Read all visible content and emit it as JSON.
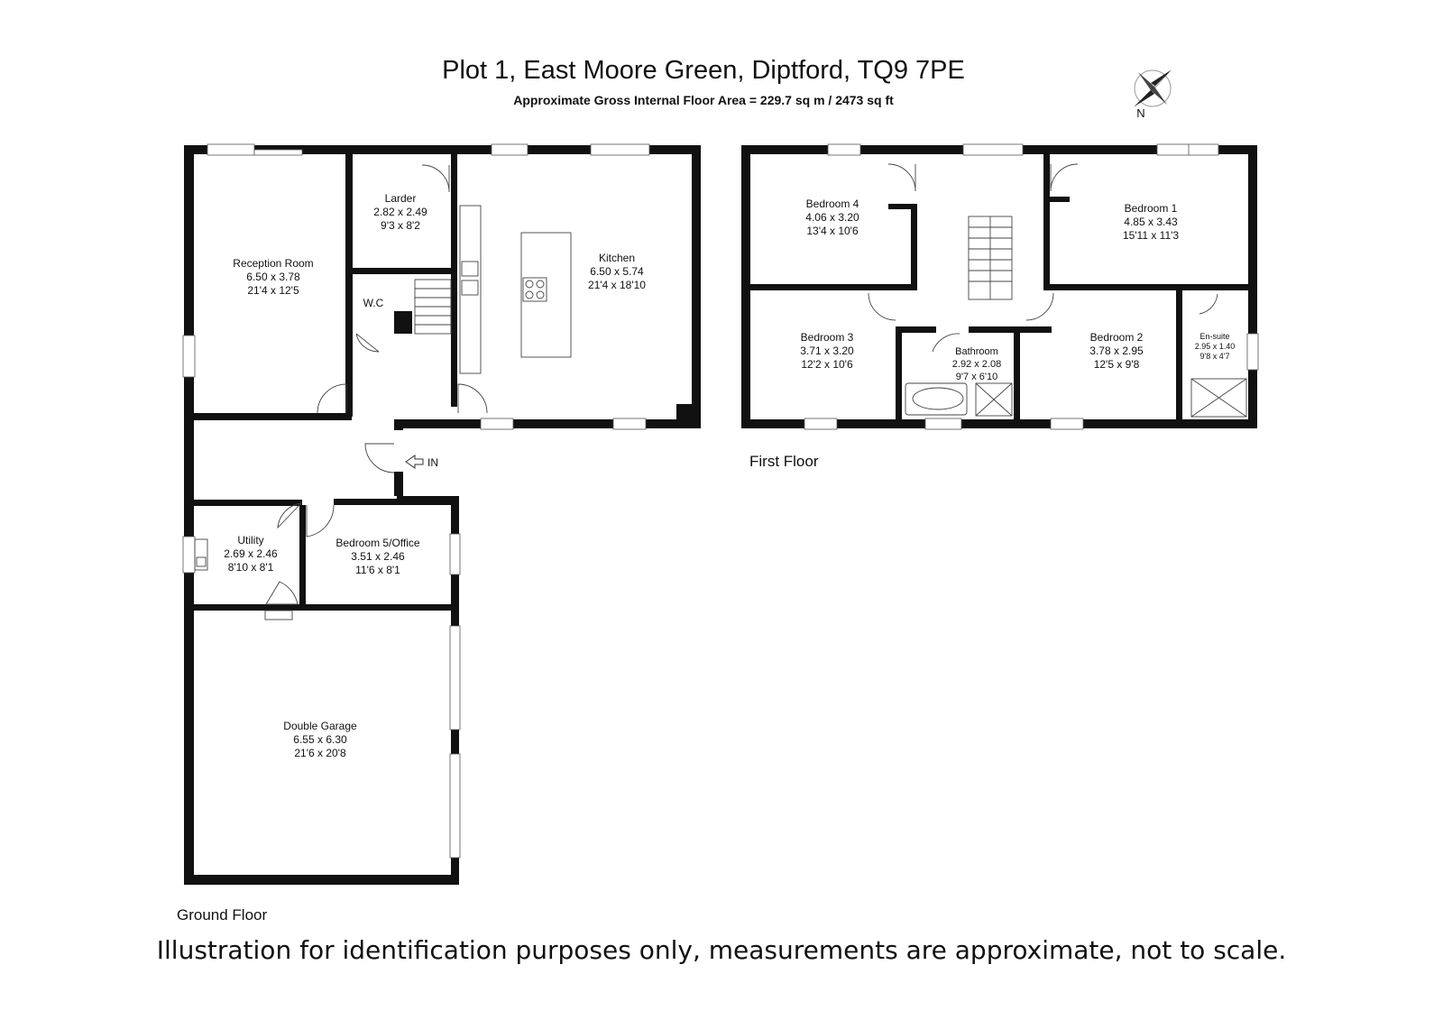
{
  "header": {
    "title": "Plot 1, East Moore Green, Diptford, TQ9 7PE",
    "subtitle": "Approximate Gross Internal Floor Area  = 229.7 sq m  / 2473 sq ft"
  },
  "compass": {
    "label": "N",
    "icon": "compass-rose-icon"
  },
  "entrance_label": "IN",
  "ground_floor": {
    "label": "Ground Floor",
    "rooms": [
      {
        "name": "Reception Room",
        "metric": "6.50 x 3.78",
        "imperial": "21'4 x 12'5"
      },
      {
        "name": "Larder",
        "metric": "2.82 x 2.49",
        "imperial": "9'3 x 8'2"
      },
      {
        "name": "Kitchen",
        "metric": "6.50 x 5.74",
        "imperial": "21'4 x 18'10"
      },
      {
        "name": "W.C",
        "metric": "",
        "imperial": ""
      },
      {
        "name": "Utility",
        "metric": "2.69 x 2.46",
        "imperial": "8'10 x 8'1"
      },
      {
        "name": "Bedroom 5/Office",
        "metric": "3.51 x 2.46",
        "imperial": "11'6 x 8'1"
      },
      {
        "name": "Double Garage",
        "metric": "6.55 x 6.30",
        "imperial": "21'6 x 20'8"
      }
    ]
  },
  "first_floor": {
    "label": "First Floor",
    "rooms": [
      {
        "name": "Bedroom 4",
        "metric": "4.06 x 3.20",
        "imperial": "13'4 x 10'6"
      },
      {
        "name": "Bedroom 1",
        "metric": "4.85 x 3.43",
        "imperial": "15'11 x 11'3"
      },
      {
        "name": "Bedroom 3",
        "metric": "3.71 x 3.20",
        "imperial": "12'2 x 10'6"
      },
      {
        "name": "Bathroom",
        "metric": "2.92 x 2.08",
        "imperial": "9'7 x 6'10"
      },
      {
        "name": "Bedroom 2",
        "metric": "3.78 x 2.95",
        "imperial": "12'5 x 9'8"
      },
      {
        "name": "En-suite",
        "metric": "2.95 x 1.40",
        "imperial": "9'8 x 4'7"
      }
    ]
  },
  "disclaimer": "Illustration for identification purposes only, measurements are approximate, not to scale."
}
